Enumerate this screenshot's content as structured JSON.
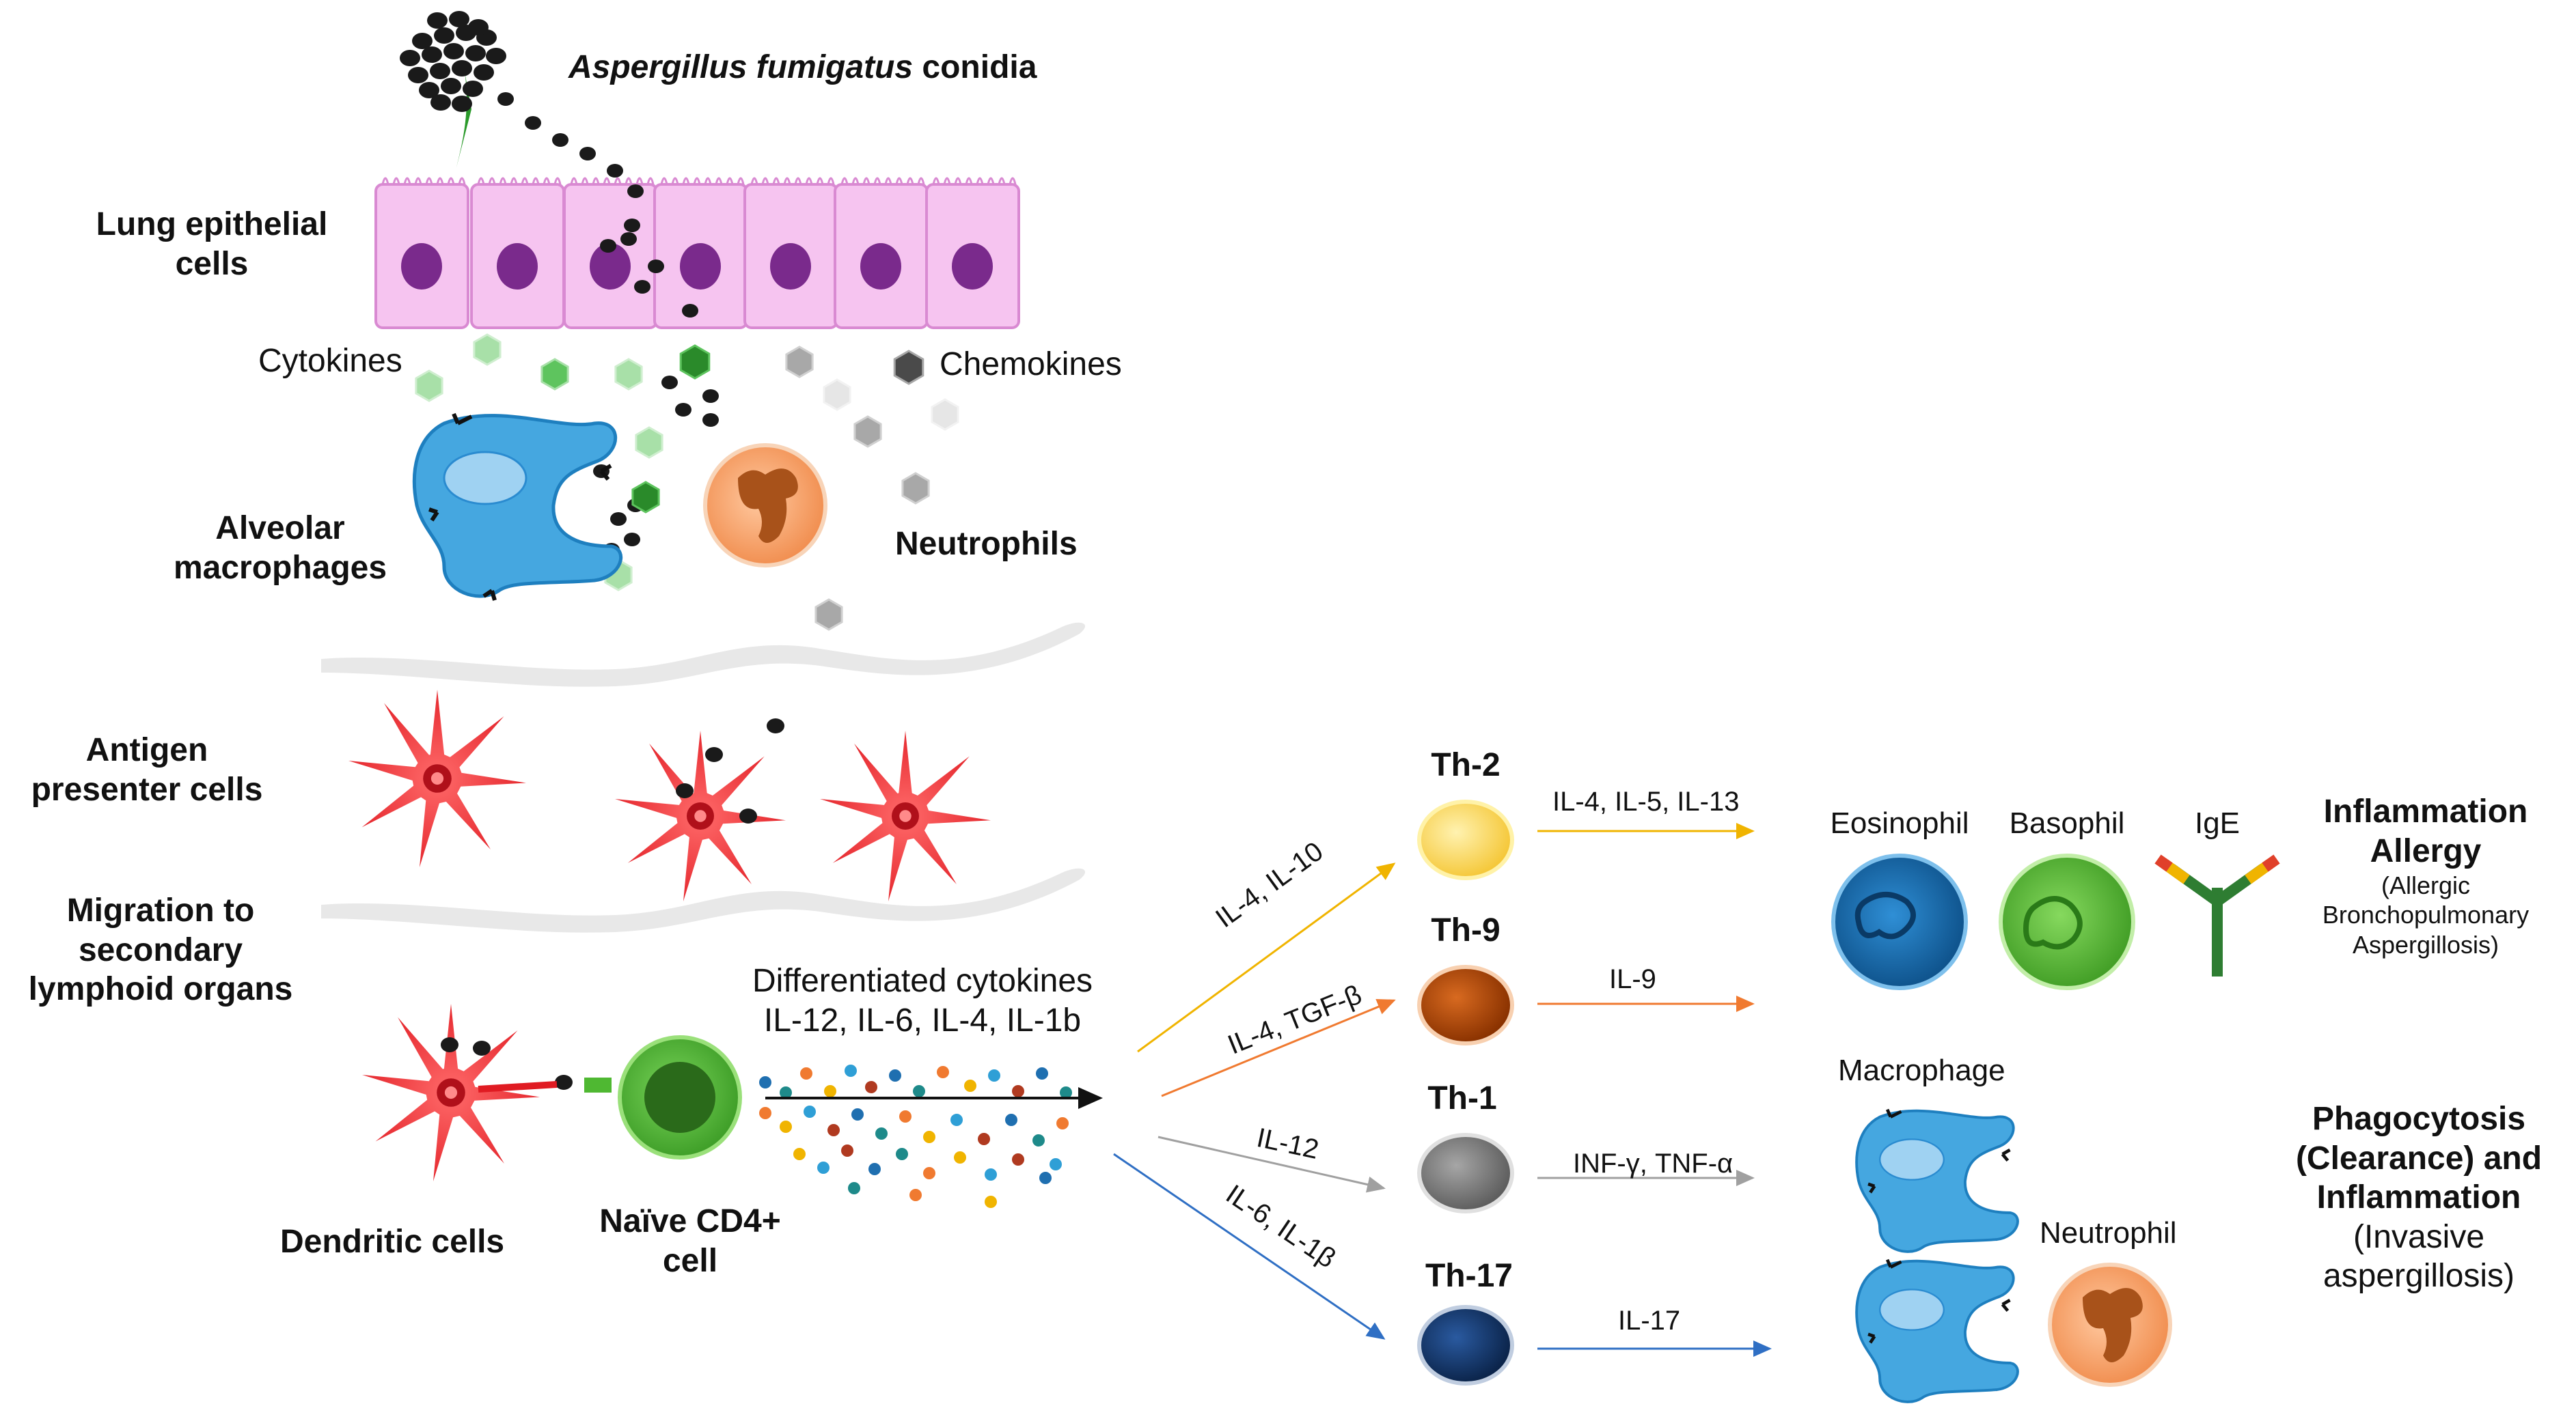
{
  "title_parts": {
    "species": "Aspergillus fumigatus",
    "suffix": " conidia"
  },
  "labels": {
    "lung_epithelial_line1": "Lung epithelial",
    "lung_epithelial_line2": "cells",
    "cytokines": "Cytokines",
    "chemokines": "Chemokines",
    "alveolar_line1": "Alveolar",
    "alveolar_line2": "macrophages",
    "neutrophils": "Neutrophils",
    "antigen_line1": "Antigen",
    "antigen_line2": "presenter cells",
    "migration_line1": "Migration to",
    "migration_line2": "secondary",
    "migration_line3": "lymphoid organs",
    "dendritic": "Dendritic cells",
    "naive_line1": "Naïve CD4+",
    "naive_line2": "cell",
    "diff_line1": "Differentiated cytokines",
    "diff_line2": "IL-12, IL-6, IL-4, IL-1b"
  },
  "th_cells": [
    {
      "name": "Th-2",
      "color": "#f9d863",
      "in_label": "IL-4, IL-10",
      "in_color": "#f0b400",
      "out_label": "IL-4, IL-5, IL-13",
      "out_color": "#f0b400"
    },
    {
      "name": "Th-9",
      "color": "#a84300",
      "in_label": "IL-4, TGF-β",
      "in_color": "#f07a30",
      "out_label": "IL-9",
      "out_color": "#f07a30"
    },
    {
      "name": "Th-1",
      "color": "#7a7a7a",
      "in_label": "IL-12",
      "in_color": "#a0a0a0",
      "out_label": "INF-γ, TNF-α",
      "out_color": "#a0a0a0"
    },
    {
      "name": "Th-17",
      "color": "#14386e",
      "in_label": "IL-6, IL-1β",
      "in_color": "#2f6fc4",
      "out_label": "IL-17",
      "out_color": "#2f6fc4"
    }
  ],
  "effectors": {
    "eosinophil": "Eosinophil",
    "basophil": "Basophil",
    "ige": "IgE",
    "macrophage": "Macrophage",
    "neutrophil": "Neutrophil"
  },
  "outcomes": {
    "top_line1": "Inflammation",
    "top_line2": "Allergy",
    "top_line3": "(Allergic",
    "top_line4": "Bronchopulmonary",
    "top_line5": "Aspergillosis)",
    "bottom_line1": "Phagocytosis",
    "bottom_line2": "(Clearance) and",
    "bottom_line3": "Inflammation",
    "bottom_line4": "(Invasive",
    "bottom_line5": "aspergillosis)"
  },
  "colors": {
    "epithelial_fill": "#f6c4f0",
    "epithelial_nucleus": "#7a2a8c",
    "dendritic": "#f0282d",
    "naive": "#4fb832",
    "macrophage": "#45a7e0",
    "neutrophil": "#f7a268",
    "eosinophil": "#1673b8",
    "basophil": "#5fc238",
    "conidia": "#1a1a1a"
  }
}
